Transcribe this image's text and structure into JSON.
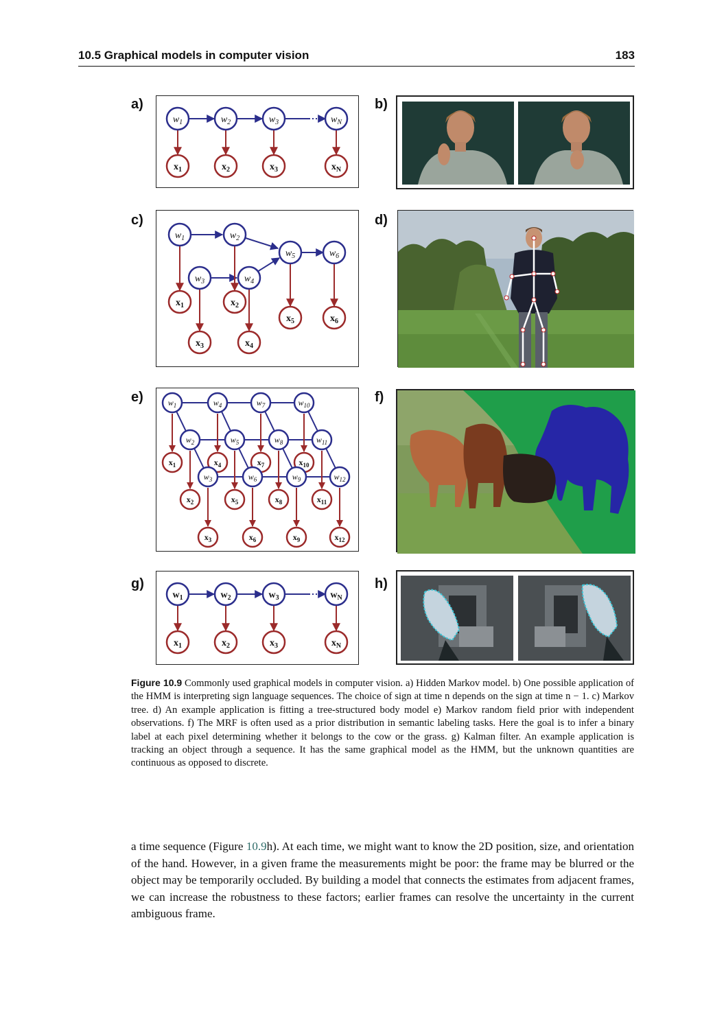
{
  "header": {
    "section": "10.5   Graphical models in computer vision",
    "page_number": "183"
  },
  "panels": {
    "a": {
      "label": "a)",
      "top_nodes": [
        "w1",
        "w2",
        "w3",
        "wN"
      ],
      "bottom_nodes": [
        "x1",
        "x2",
        "x3",
        "xN"
      ]
    },
    "b": {
      "label": "b)"
    },
    "c": {
      "label": "c)"
    },
    "d": {
      "label": "d)"
    },
    "e": {
      "label": "e)"
    },
    "f": {
      "label": "f)"
    },
    "g": {
      "label": "g)",
      "top_nodes": [
        "w1",
        "w2",
        "w3",
        "wN"
      ],
      "bottom_nodes": [
        "x1",
        "x2",
        "x3",
        "xN"
      ]
    },
    "h": {
      "label": "h)"
    }
  },
  "caption": {
    "figure_label": "Figure 10.9",
    "text": " Commonly used graphical models in computer vision. a) Hidden Markov model. b) One possible application of the HMM is interpreting sign language sequences. The choice of sign at time n depends on the sign at time n − 1. c) Markov tree. d) An example application is fitting a tree-structured body model e) Markov random field prior with independent observations. f) The MRF is often used as a prior distribution in semantic labeling tasks. Here the goal is to infer a binary label at each pixel determining whether it belongs to the cow or the grass. g) Kalman filter. An example application is tracking an object through a sequence. It has the same graphical model as the HMM, but the unknown quantities are continuous as opposed to discrete."
  },
  "body": {
    "before_link": "a time sequence (Figure ",
    "link_text": "10.9",
    "after_link": "h). At each time, we might want to know the 2D position, size, and orientation of the hand. However, in a given frame the measurements might be poor: the frame may be blurred or the object may be temporarily occluded. By building a model that connects the estimates from adjacent frames, we can increase the robustness to these factors; earlier frames can resolve the uncertainty in the current ambiguous frame."
  },
  "colors": {
    "blue_node": "#2b2e8c",
    "red_node": "#9b2a2a"
  }
}
